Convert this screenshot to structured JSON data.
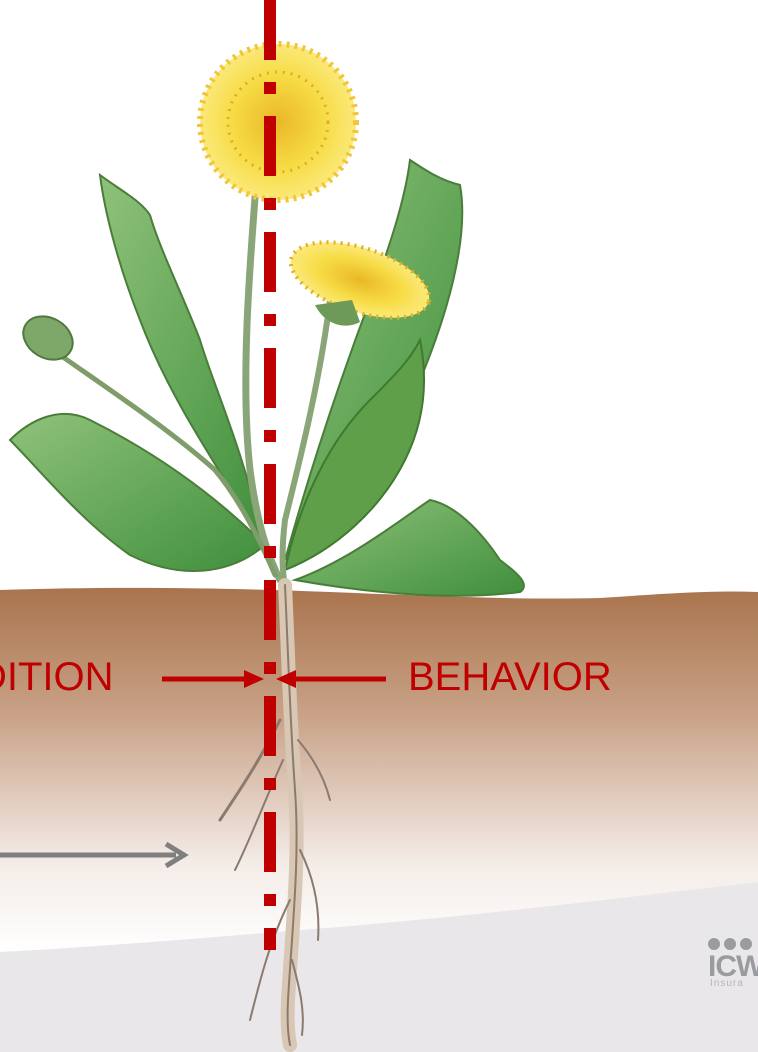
{
  "labels": {
    "left": "DITION",
    "right": "BEHAVIOR"
  },
  "logo": {
    "mark": "ICW",
    "subtext": "Insura"
  },
  "colors": {
    "accent_red": "#c00000",
    "soil_top": "#b07a55",
    "soil_bottom": "#ffffff",
    "ground_gray": "#e8e6e8",
    "leaf_green": "#6aa84f",
    "flower_yellow": "#f4d63a",
    "arrow_gray": "#7f7f7f",
    "logo_gray": "#9a9ba0"
  },
  "icons": [
    "dandelion-flower-icon",
    "dandelion-bud-icon",
    "root-icon",
    "arrow-right-icon",
    "arrow-left-icon"
  ]
}
